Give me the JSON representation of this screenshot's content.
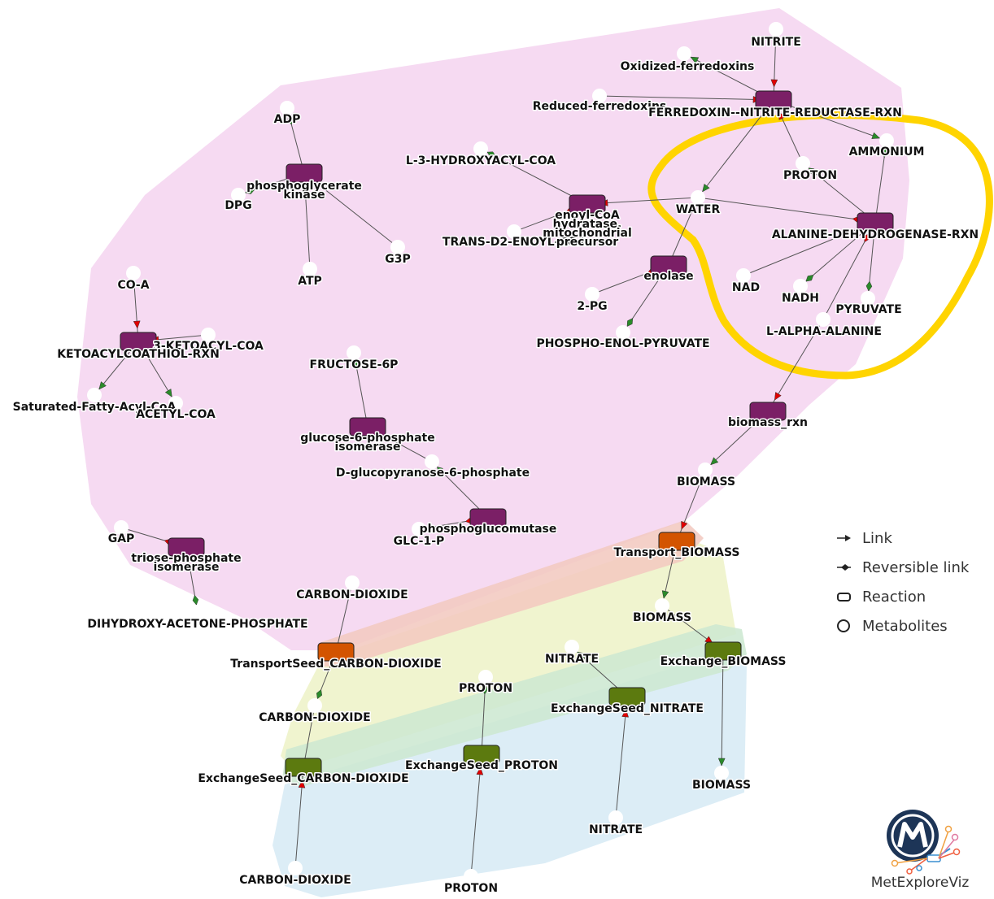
{
  "colors": {
    "pink_region": "#f5d5f0",
    "peach_region": "#f2c9c0",
    "yellow_region": "#eef3c8",
    "green_region": "#cde8d2",
    "blue_region": "#d7ebf5",
    "highlight": "#ffd400",
    "reaction_purple": "#7b1f66",
    "reaction_orange": "#d35400",
    "reaction_olive": "#5c7a0f",
    "edge": "#555555",
    "arrow_red": "#e00000",
    "arrow_green": "#2a8a2a"
  },
  "reactions": [
    {
      "id": "phosphoglycerate-kinase",
      "label": "phosphoglycerate\nkinase",
      "color": "purple"
    },
    {
      "id": "enoyl-coa-hydratase",
      "label": "enoyl-CoA\nhydratase,\nmitochondrial\nprecursor",
      "color": "purple"
    },
    {
      "id": "ferredoxin-nitrite-reductase",
      "label": "FERREDOXIN--NITRITE-REDUCTASE-RXN",
      "color": "purple"
    },
    {
      "id": "alanine-dehydrogenase",
      "label": "ALANINE-DEHYDROGENASE-RXN",
      "color": "purple"
    },
    {
      "id": "enolase",
      "label": "enolase",
      "color": "purple"
    },
    {
      "id": "ketoacylcoathiol",
      "label": "KETOACYLCOATHIOL-RXN",
      "color": "purple"
    },
    {
      "id": "glucose-6-phosphate-isomerase",
      "label": "glucose-6-phosphate\nisomerase",
      "color": "purple"
    },
    {
      "id": "phosphoglucomutase",
      "label": "phosphoglucomutase",
      "color": "purple"
    },
    {
      "id": "triose-phosphate-isomerase",
      "label": "triose-phosphate\nisomerase",
      "color": "purple"
    },
    {
      "id": "biomass-rxn",
      "label": "biomass_rxn",
      "color": "purple"
    },
    {
      "id": "transport-biomass",
      "label": "Transport_BIOMASS",
      "color": "orange"
    },
    {
      "id": "transportseed-co2",
      "label": "TransportSeed_CARBON-DIOXIDE",
      "color": "orange"
    },
    {
      "id": "exchange-biomass",
      "label": "Exchange_BIOMASS",
      "color": "olive"
    },
    {
      "id": "exchangeseed-nitrate",
      "label": "ExchangeSeed_NITRATE",
      "color": "olive"
    },
    {
      "id": "exchangeseed-proton",
      "label": "ExchangeSeed_PROTON",
      "color": "olive"
    },
    {
      "id": "exchangeseed-co2",
      "label": "ExchangeSeed_CARBON-DIOXIDE",
      "color": "olive"
    }
  ],
  "metabolites": [
    {
      "id": "nitrite",
      "label": "NITRITE"
    },
    {
      "id": "oxidized-ferredoxins",
      "label": "Oxidized-ferredoxins"
    },
    {
      "id": "reduced-ferredoxins",
      "label": "Reduced-ferredoxins"
    },
    {
      "id": "adp",
      "label": "ADP"
    },
    {
      "id": "dpg",
      "label": "DPG"
    },
    {
      "id": "g3p",
      "label": "G3P"
    },
    {
      "id": "atp",
      "label": "ATP"
    },
    {
      "id": "l-3-hydroxyacyl-coa",
      "label": "L-3-HYDROXYACYL-COA"
    },
    {
      "id": "trans-d2-enoyl-coa",
      "label": "TRANS-D2-ENOYL-COA"
    },
    {
      "id": "water",
      "label": "WATER"
    },
    {
      "id": "ammonium",
      "label": "AMMONIUM"
    },
    {
      "id": "proton-top",
      "label": "PROTON"
    },
    {
      "id": "nad",
      "label": "NAD"
    },
    {
      "id": "nadh",
      "label": "NADH"
    },
    {
      "id": "pyruvate",
      "label": "PYRUVATE"
    },
    {
      "id": "l-alpha-alanine",
      "label": "L-ALPHA-ALANINE"
    },
    {
      "id": "2-pg",
      "label": "2-PG"
    },
    {
      "id": "phospho-enol-pyruvate",
      "label": "PHOSPHO-ENOL-PYRUVATE"
    },
    {
      "id": "co-a",
      "label": "CO-A"
    },
    {
      "id": "3-ketoacyl-coa",
      "label": "3-KETOACYL-COA"
    },
    {
      "id": "saturated-fatty-acyl-coa",
      "label": "Saturated-Fatty-Acyl-CoA"
    },
    {
      "id": "acetyl-coa",
      "label": "ACETYL-COA"
    },
    {
      "id": "fructose-6p",
      "label": "FRUCTOSE-6P"
    },
    {
      "id": "d-glucopyranose-6-phosphate",
      "label": "D-glucopyranose-6-phosphate"
    },
    {
      "id": "glc-1-p",
      "label": "GLC-1-P"
    },
    {
      "id": "gap",
      "label": "GAP"
    },
    {
      "id": "dihydroxy-acetone-phosphate",
      "label": "DIHYDROXY-ACETONE-PHOSPHATE"
    },
    {
      "id": "biomass-1",
      "label": "BIOMASS"
    },
    {
      "id": "biomass-2",
      "label": "BIOMASS"
    },
    {
      "id": "biomass-3",
      "label": "BIOMASS"
    },
    {
      "id": "carbon-dioxide-1",
      "label": "CARBON-DIOXIDE"
    },
    {
      "id": "carbon-dioxide-2",
      "label": "CARBON-DIOXIDE"
    },
    {
      "id": "carbon-dioxide-3",
      "label": "CARBON-DIOXIDE"
    },
    {
      "id": "nitrate-1",
      "label": "NITRATE"
    },
    {
      "id": "nitrate-2",
      "label": "NITRATE"
    },
    {
      "id": "proton-mid",
      "label": "PROTON"
    },
    {
      "id": "proton-bottom",
      "label": "PROTON"
    }
  ],
  "edges": [
    {
      "a": "nitrite",
      "b": "ferredoxin-nitrite-reductase",
      "head": "b",
      "kind": "link"
    },
    {
      "a": "oxidized-ferredoxins",
      "b": "ferredoxin-nitrite-reductase",
      "head": "a",
      "kind": "link"
    },
    {
      "a": "reduced-ferredoxins",
      "b": "ferredoxin-nitrite-reductase",
      "head": "b",
      "kind": "link"
    },
    {
      "a": "ferredoxin-nitrite-reductase",
      "b": "ammonium",
      "head": "b",
      "kind": "link"
    },
    {
      "a": "ferredoxin-nitrite-reductase",
      "b": "water",
      "head": "b",
      "kind": "link"
    },
    {
      "a": "ferredoxin-nitrite-reductase",
      "b": "proton-top",
      "head": "a",
      "kind": "link"
    },
    {
      "a": "adp",
      "b": "phosphoglycerate-kinase",
      "head": "a",
      "kind": "reversible"
    },
    {
      "a": "dpg",
      "b": "phosphoglycerate-kinase",
      "head": "a",
      "kind": "reversible"
    },
    {
      "a": "g3p",
      "b": "phosphoglycerate-kinase",
      "head": "none",
      "kind": "link"
    },
    {
      "a": "atp",
      "b": "phosphoglycerate-kinase",
      "head": "none",
      "kind": "link"
    },
    {
      "a": "l-3-hydroxyacyl-coa",
      "b": "enoyl-coa-hydratase",
      "head": "a",
      "kind": "reversible"
    },
    {
      "a": "trans-d2-enoyl-coa",
      "b": "enoyl-coa-hydratase",
      "head": "b",
      "kind": "reversible"
    },
    {
      "a": "water",
      "b": "enoyl-coa-hydratase",
      "head": "b",
      "kind": "link"
    },
    {
      "a": "water",
      "b": "alanine-dehydrogenase",
      "head": "b",
      "kind": "reversible"
    },
    {
      "a": "ammonium",
      "b": "alanine-dehydrogenase",
      "head": "a",
      "kind": "reversible"
    },
    {
      "a": "proton-top",
      "b": "alanine-dehydrogenase",
      "head": "a",
      "kind": "reversible"
    },
    {
      "a": "nad",
      "b": "alanine-dehydrogenase",
      "head": "none",
      "kind": "link"
    },
    {
      "a": "nadh",
      "b": "alanine-dehydrogenase",
      "head": "a",
      "kind": "reversible"
    },
    {
      "a": "pyruvate",
      "b": "alanine-dehydrogenase",
      "head": "a",
      "kind": "reversible"
    },
    {
      "a": "l-alpha-alanine",
      "b": "alanine-dehydrogenase",
      "head": "b",
      "kind": "reversible"
    },
    {
      "a": "water",
      "b": "enolase",
      "head": "a",
      "kind": "reversible"
    },
    {
      "a": "2-pg",
      "b": "enolase",
      "head": "b",
      "kind": "reversible"
    },
    {
      "a": "phospho-enol-pyruvate",
      "b": "enolase",
      "head": "a",
      "kind": "reversible"
    },
    {
      "a": "co-a",
      "b": "ketoacylcoathiol",
      "head": "b",
      "kind": "link"
    },
    {
      "a": "3-ketoacyl-coa",
      "b": "ketoacylcoathiol",
      "head": "b",
      "kind": "link"
    },
    {
      "a": "ketoacylcoathiol",
      "b": "saturated-fatty-acyl-coa",
      "head": "b",
      "kind": "link"
    },
    {
      "a": "ketoacylcoathiol",
      "b": "acetyl-coa",
      "head": "b",
      "kind": "link"
    },
    {
      "a": "fructose-6p",
      "b": "glucose-6-phosphate-isomerase",
      "head": "a",
      "kind": "reversible"
    },
    {
      "a": "d-glucopyranose-6-phosphate",
      "b": "glucose-6-phosphate-isomerase",
      "head": "none",
      "kind": "link"
    },
    {
      "a": "d-glucopyranose-6-phosphate",
      "b": "phosphoglucomutase",
      "head": "a",
      "kind": "reversible"
    },
    {
      "a": "glc-1-p",
      "b": "phosphoglucomutase",
      "head": "b",
      "kind": "reversible"
    },
    {
      "a": "gap",
      "b": "triose-phosphate-isomerase",
      "head": "b",
      "kind": "reversible"
    },
    {
      "a": "dihydroxy-acetone-phosphate",
      "b": "triose-phosphate-isomerase",
      "head": "a",
      "kind": "reversible"
    },
    {
      "a": "l-alpha-alanine",
      "b": "biomass-rxn",
      "head": "b",
      "kind": "link"
    },
    {
      "a": "biomass-rxn",
      "b": "biomass-1",
      "head": "b",
      "kind": "link"
    },
    {
      "a": "biomass-1",
      "b": "transport-biomass",
      "head": "b",
      "kind": "link"
    },
    {
      "a": "transport-biomass",
      "b": "biomass-2",
      "head": "b",
      "kind": "link"
    },
    {
      "a": "biomass-2",
      "b": "exchange-biomass",
      "head": "b",
      "kind": "link"
    },
    {
      "a": "exchange-biomass",
      "b": "biomass-3",
      "head": "b",
      "kind": "link"
    },
    {
      "a": "carbon-dioxide-1",
      "b": "transportseed-co2",
      "head": "none",
      "kind": "link"
    },
    {
      "a": "transportseed-co2",
      "b": "carbon-dioxide-2",
      "head": "b",
      "kind": "reversible"
    },
    {
      "a": "carbon-dioxide-2",
      "b": "exchangeseed-co2",
      "head": "none",
      "kind": "link"
    },
    {
      "a": "exchangeseed-co2",
      "b": "carbon-dioxide-3",
      "head": "a",
      "kind": "link"
    },
    {
      "a": "nitrate-1",
      "b": "exchangeseed-nitrate",
      "head": "a",
      "kind": "reversible"
    },
    {
      "a": "exchangeseed-nitrate",
      "b": "nitrate-2",
      "head": "a",
      "kind": "link"
    },
    {
      "a": "proton-mid",
      "b": "exchangeseed-proton",
      "head": "a",
      "kind": "reversible"
    },
    {
      "a": "exchangeseed-proton",
      "b": "proton-bottom",
      "head": "a",
      "kind": "link"
    }
  ],
  "legend": {
    "link": "Link",
    "reversible_link": "Reversible link",
    "reaction": "Reaction",
    "metabolites": "Metabolites"
  },
  "brand": {
    "name": "MetExploreViz"
  }
}
